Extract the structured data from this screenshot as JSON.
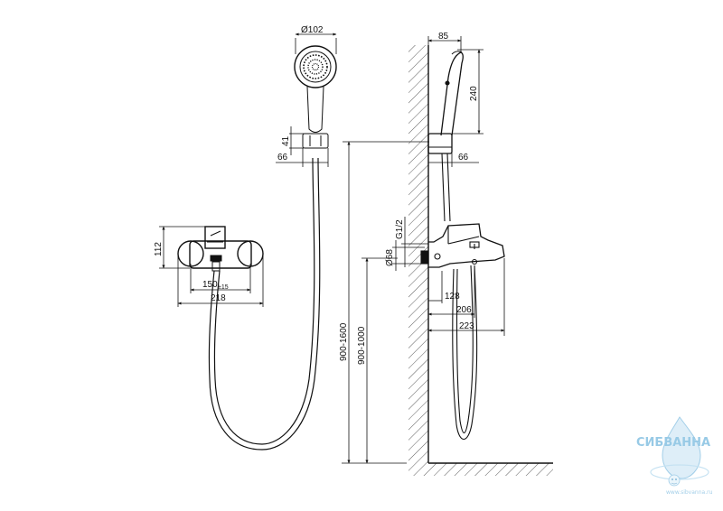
{
  "dimensions": {
    "head_diameter": "Ø102",
    "wall_offset_top": "85",
    "handshower_height": "240",
    "holder_height": "41",
    "holder_depth_front": "66",
    "holder_depth_side": "66",
    "mixer_height": "112",
    "centers_value": "150",
    "centers_tolerance": "±15",
    "mixer_width": "218",
    "thread": "G1/2",
    "flange_diameter": "Ø68",
    "spout_128": "128",
    "spout_206": "206",
    "spout_223": "223",
    "height_holder": "900-1600",
    "height_mixer": "900-1000"
  },
  "logo": {
    "brand": "СИБВАННА",
    "site": "www.sibvanna.ru"
  }
}
